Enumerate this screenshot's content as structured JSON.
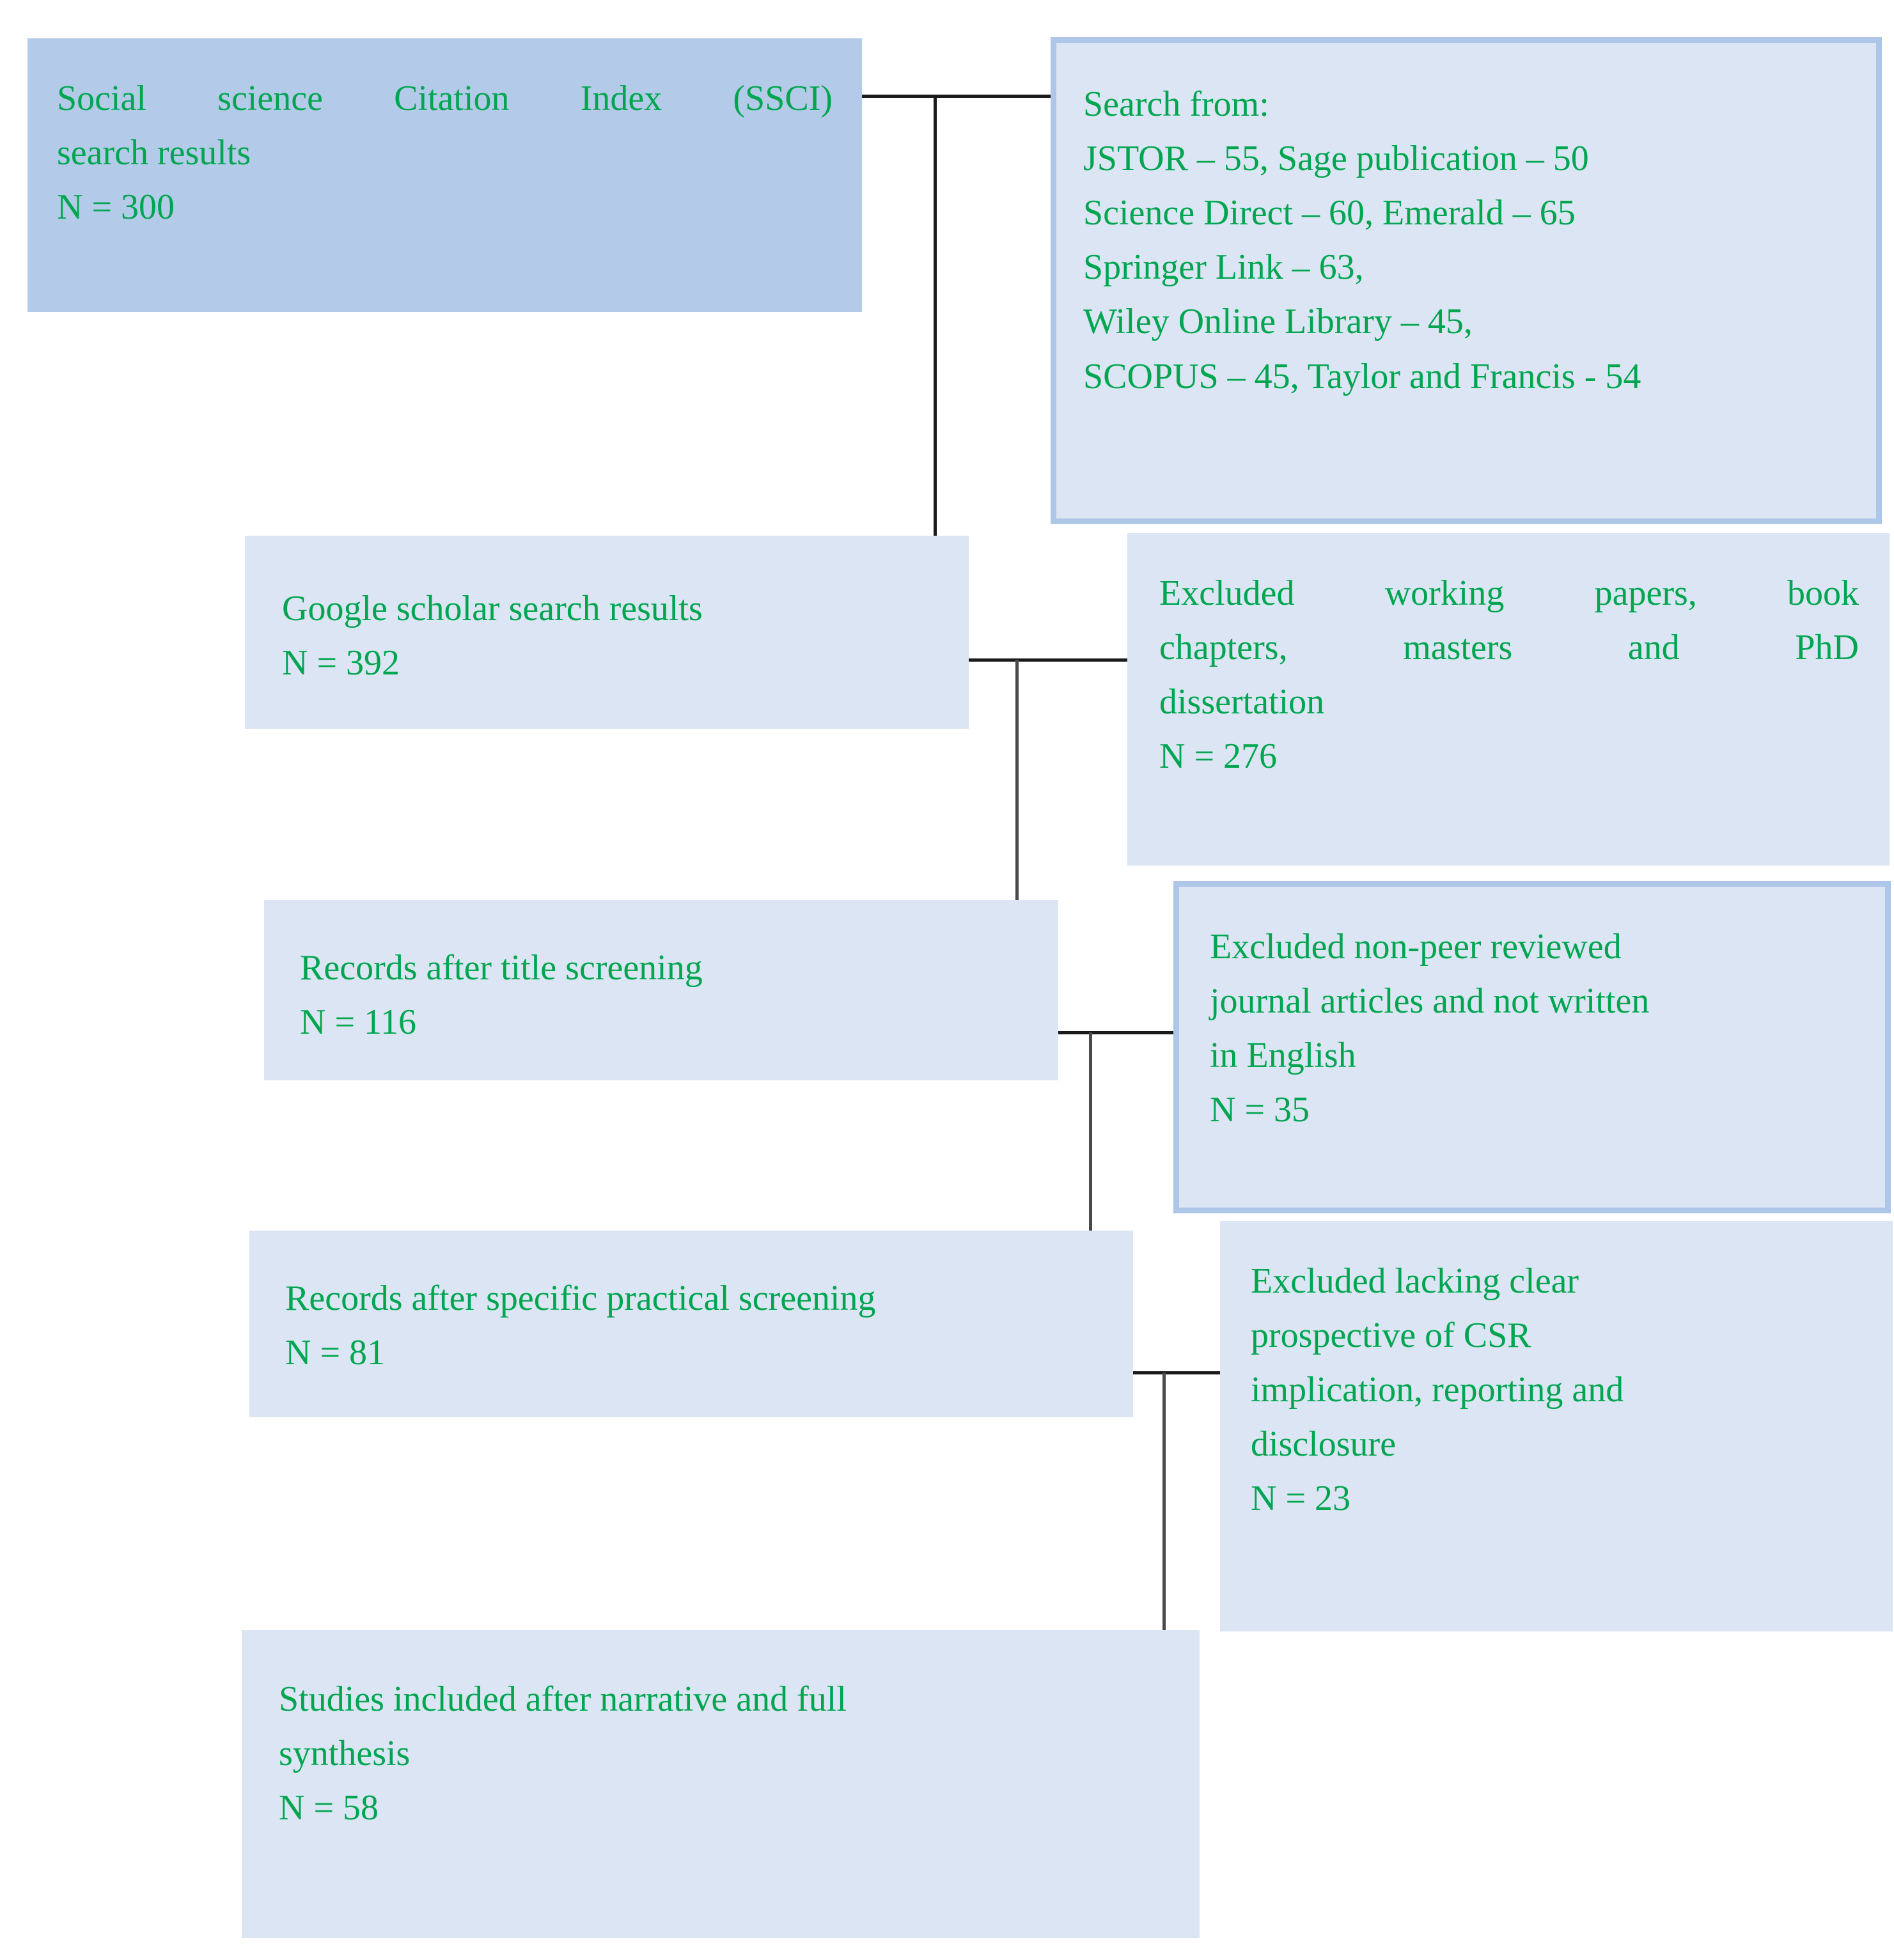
{
  "diagram": {
    "title": "PRISMA-style literature search and screening flow diagram",
    "accent_fill_primary": "#b3cbe8",
    "accent_fill_secondary": "#dbe5f3",
    "border_color": "#aec6e8",
    "text_color": "#00a550",
    "connector_color": "#1a1a1a"
  },
  "nodes": {
    "ssci": {
      "name": "ssci-search-results",
      "line1": "Social science Citation Index (SSCI)",
      "line2": "search results",
      "count_label": "N = 300",
      "count": 300
    },
    "sources": {
      "name": "search-sources",
      "heading": "Search from:",
      "lines": [
        "JSTOR – 55, Sage publication – 50",
        "Science Direct – 60, Emerald – 65",
        "Springer Link – 63,",
        "Wiley Online Library – 45,",
        "SCOPUS – 45, Taylor and Francis - 54"
      ],
      "databases": [
        {
          "name": "JSTOR",
          "count": 55
        },
        {
          "name": "Sage publication",
          "count": 50
        },
        {
          "name": "Science Direct",
          "count": 60
        },
        {
          "name": "Emerald",
          "count": 65
        },
        {
          "name": "Springer Link",
          "count": 63
        },
        {
          "name": "Wiley Online Library",
          "count": 45
        },
        {
          "name": "SCOPUS",
          "count": 45
        },
        {
          "name": "Taylor and Francis",
          "count": 54
        }
      ]
    },
    "scholar": {
      "name": "google-scholar-results",
      "line1": "Google scholar search results",
      "count_label": "N = 392",
      "count": 392
    },
    "excluded_working_papers": {
      "name": "excluded-working-papers",
      "line1": "Excluded working papers, book",
      "line2": "chapters, masters and PhD",
      "line3": "dissertation",
      "count_label": "N = 276",
      "count": 276
    },
    "title_screening": {
      "name": "records-after-title-screening",
      "line1": "Records after title screening",
      "count_label": "N = 116",
      "count": 116
    },
    "excluded_non_peer": {
      "name": "excluded-non-peer-reviewed",
      "line1": "Excluded non-peer reviewed",
      "line2": "journal articles and not written",
      "line3": "in English",
      "count_label": "N = 35",
      "count": 35
    },
    "practical_screening": {
      "name": "records-after-practical-screening",
      "line1": "Records after specific practical screening",
      "count_label": "N = 81",
      "count": 81
    },
    "excluded_csr": {
      "name": "excluded-lacking-csr-prospective",
      "line1": "Excluded lacking clear",
      "line2": "prospective of CSR",
      "line3": "implication, reporting and",
      "line4": "disclosure",
      "count_label": "N = 23",
      "count": 23
    },
    "included": {
      "name": "studies-included",
      "line1": "Studies included after narrative and full",
      "line2": "synthesis",
      "count_label": "N = 58",
      "count": 58
    }
  }
}
